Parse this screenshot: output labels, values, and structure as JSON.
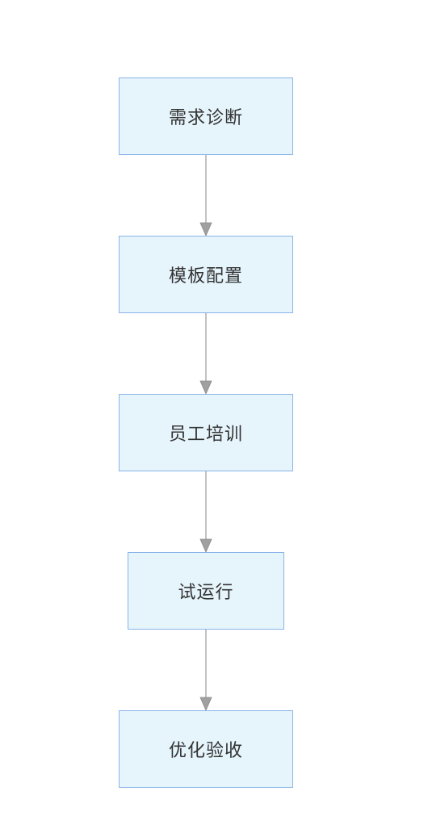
{
  "flowchart": {
    "nodes": [
      {
        "label": "需求诊断"
      },
      {
        "label": "模板配置"
      },
      {
        "label": "员工培训"
      },
      {
        "label": "试运行"
      },
      {
        "label": "优化验收"
      }
    ]
  },
  "colors": {
    "node_fill": "#e6f4fc",
    "node_border": "#8ab4e8",
    "edge": "#999999",
    "text": "#333333"
  }
}
